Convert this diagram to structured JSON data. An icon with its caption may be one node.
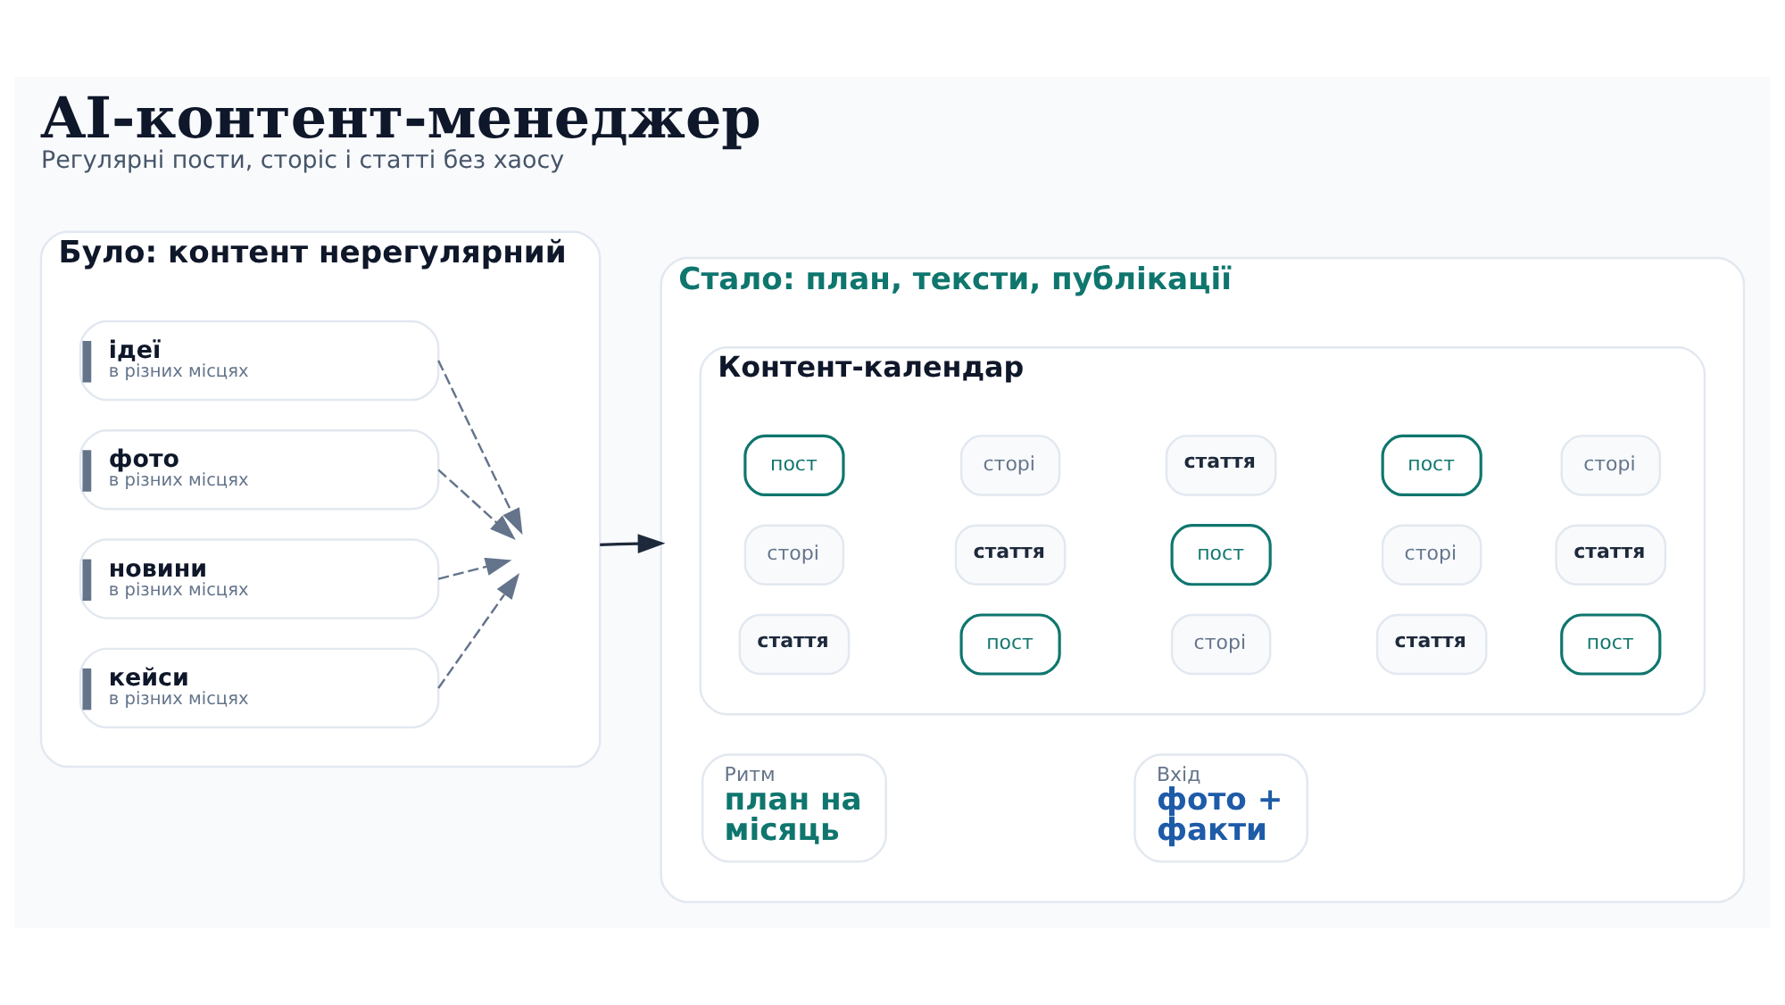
{
  "diagram": {
    "title": "AI-контент-менеджер",
    "caption": "Регулярні пости, сторіс і статті без хаосу",
    "nodes": [
      {
        "text": [
          "Було: контент нерегулярний"
        ]
      },
      {
        "text": [
          "ідеї",
          "в різних місцях"
        ],
        "in": 0
      },
      {
        "text": [
          "фото",
          "в різних місцях"
        ],
        "in": 0
      },
      {
        "text": [
          "новини",
          "в різних місцях"
        ],
        "in": 0
      },
      {
        "text": [
          "кейси",
          "в різних місцях"
        ],
        "in": 0
      },
      {
        "text": [
          "Стало: план, тексти, публікації"
        ]
      },
      {
        "text": [
          "Контент-календар"
        ],
        "in": 5
      },
      {
        "text": [
          "пост"
        ],
        "in": 6
      },
      {
        "text": [
          "сторі"
        ],
        "in": 6
      },
      {
        "text": [
          "стаття"
        ],
        "in": 6
      },
      {
        "text": [
          "пост"
        ],
        "in": 6
      },
      {
        "text": [
          "сторі"
        ],
        "in": 6
      },
      {
        "text": [
          "сторі"
        ],
        "in": 6
      },
      {
        "text": [
          "стаття"
        ],
        "in": 6
      },
      {
        "text": [
          "пост"
        ],
        "in": 6
      },
      {
        "text": [
          "сторі"
        ],
        "in": 6
      },
      {
        "text": [
          "стаття"
        ],
        "in": 6
      },
      {
        "text": [
          "стаття"
        ],
        "in": 6
      },
      {
        "text": [
          "пост"
        ],
        "in": 6
      },
      {
        "text": [
          "сторі"
        ],
        "in": 6
      },
      {
        "text": [
          "стаття"
        ],
        "in": 6
      },
      {
        "text": [
          "пост"
        ],
        "in": 6
      },
      {
        "text": [
          "Ритм",
          "план на місяць"
        ],
        "in": 5
      },
      {
        "text": [
          "Вхід",
          "фото + факти"
        ],
        "in": 5
      }
    ],
    "edges": [
      {
        "from": 1,
        "to": null,
        "arrow": "to",
        "style": "dashed"
      },
      {
        "from": 2,
        "to": null,
        "arrow": "to",
        "style": "dashed"
      },
      {
        "from": 3,
        "to": null,
        "arrow": "to",
        "style": "dashed"
      },
      {
        "from": 4,
        "to": null,
        "arrow": "to",
        "style": "dashed"
      },
      {
        "from": 0,
        "to": 5,
        "arrow": "to",
        "color": "#1e293b"
      }
    ]
  }
}
